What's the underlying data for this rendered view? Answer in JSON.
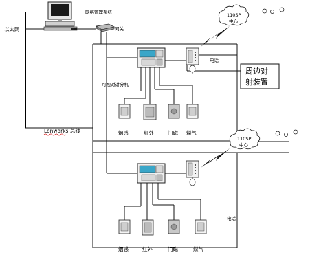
{
  "labels": {
    "ethernet": "以太网",
    "management_system": "网络管理系统",
    "gateway": "网关",
    "lonworks_bus": "Lonworks 总线",
    "phone_top": "电话",
    "phone_bottom": "电话",
    "peripheral_line1": "周边对",
    "peripheral_line2": "射装置",
    "intercom": "可视对讲分机",
    "cloud_top_line1": "110SP",
    "cloud_top_line2": "中心",
    "cloud_bottom_line1": "110SP",
    "cloud_bottom_line2": "中心"
  },
  "sensors_top": [
    "烟感",
    "红外",
    "门磁",
    "煤气"
  ],
  "sensors_bottom": [
    "烟感",
    "红外",
    "门磁",
    "煤气"
  ],
  "colors": {
    "screen": "#3aa6c8",
    "keypad": "#d8d8d8",
    "line": "#111111",
    "lightning": "#111111"
  },
  "icons": {
    "computer": "computer-icon",
    "gateway": "gateway-icon",
    "controller": "controller-panel-icon",
    "phone": "phone-icon",
    "cloud": "cloud-icon",
    "lightning": "lightning-icon",
    "smoke": "smoke-detector-icon",
    "infrared": "infrared-detector-icon",
    "door": "door-magnet-icon",
    "gas": "gas-detector-icon"
  }
}
